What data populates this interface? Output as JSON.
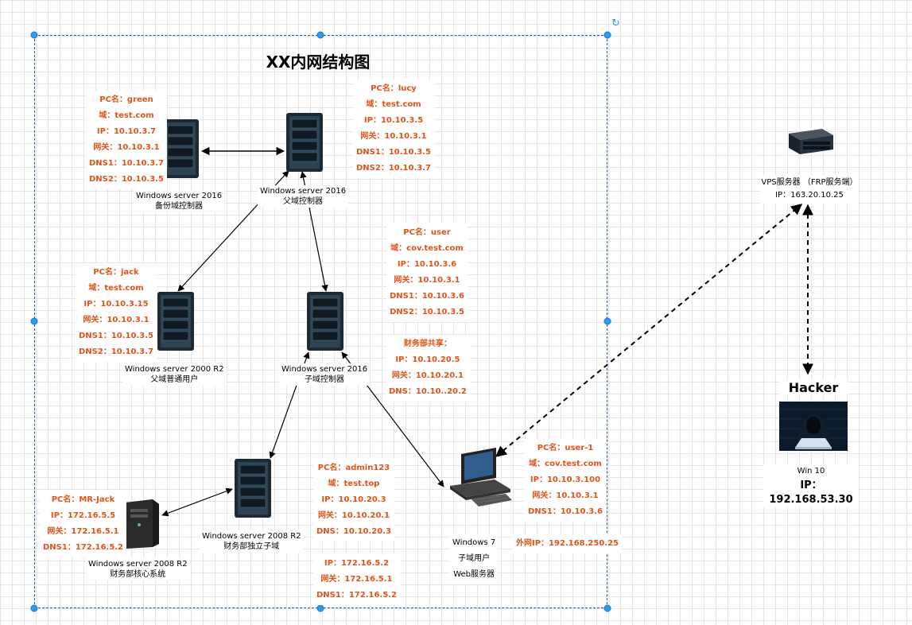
{
  "title": "XX内网结构图",
  "nodes": {
    "dc_parent": {
      "os": "Windows server 2016",
      "role": "父域控制器",
      "info": [
        "PC名：lucy",
        "域：test.com",
        "IP：10.10.3.5",
        "网关：10.10.3.1",
        "DNS1：10.10.3.5",
        "DNS2：10.10.3.7"
      ]
    },
    "dc_backup": {
      "os": "Windows  server 2016",
      "role": "备份域控制器",
      "info": [
        "PC名：green",
        "域：test.com",
        "IP：10.10.3.7",
        "网关：10.10.3.1",
        "DNS1：10.10.3.7",
        "DNS2：10.10.3.5"
      ]
    },
    "parent_user": {
      "os": "Windows  server 2000 R2",
      "role": "父域普通用户",
      "info": [
        "PC名：jack",
        "域：test.com",
        "IP：10.10.3.15",
        "网关：10.10.3.1",
        "DNS1：10.10.3.5",
        "DNS2：10.10.3.7"
      ]
    },
    "dc_child": {
      "os": "Windows  server 2016",
      "role": "子域控制器",
      "info": [
        "PC名：user",
        "域：cov.test.com",
        "IP：10.10.3.6",
        "网关：10.10.3.1",
        "DNS1：10.10.3.6",
        "DNS2：10.10.3.5"
      ],
      "info2": [
        "财务部共享：",
        "IP：10.10.20.5",
        "网关：10.10.20.1",
        "DNS：10.10..20.2"
      ]
    },
    "finance_child": {
      "os": "Windows  server 2008 R2",
      "role": "财务部独立子域",
      "info": [
        "PC名：admin123",
        "域：test.top",
        "IP：10.10.20.3",
        "网关：10.10.20.1",
        "DNS：10.10.20.3"
      ],
      "info2": [
        "IP：172.16.5.2",
        "网关：172.16.5.1",
        "DNS1：172.16.5.2"
      ]
    },
    "finance_core": {
      "os": "Windows server  2008 R2",
      "role": "财务部核心系统",
      "info": [
        "PC名：MR-Jack",
        "IP：172.16.5.5",
        "网关：172.16.5.1",
        "DNS1：172.16.5.2"
      ]
    },
    "web_server": {
      "os": "Windows  7",
      "role": "子域用户",
      "role2": "Web服务器",
      "info": [
        "PC名：user-1",
        "域：cov.test.com",
        "IP：10.10.3.100",
        "网关：10.10.3.1",
        "DNS1：10.10.3.6"
      ],
      "info2": [
        "外网IP：192.168.250.25"
      ]
    },
    "vps": {
      "line1": "VPS服务器 （FRP服务端）",
      "line2": "IP：163.20.10.25"
    },
    "hacker": {
      "title": "Hacker",
      "os": "Win 10",
      "ip": "IP：192.168.53.30"
    }
  },
  "colors": {
    "info_text": "#e0541c",
    "frame": "#1e5aa8",
    "handle": "#2b9cf2"
  }
}
